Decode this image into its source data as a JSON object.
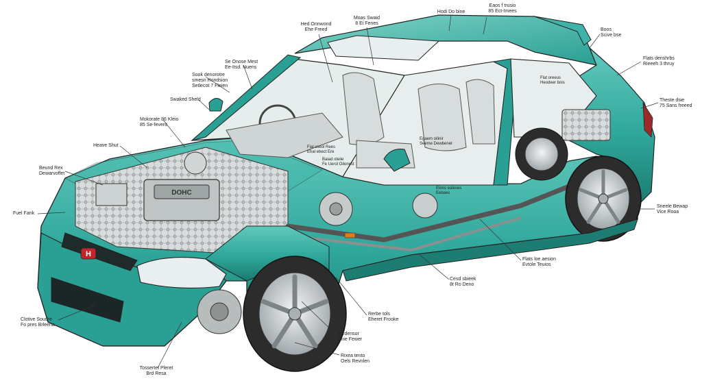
{
  "colors": {
    "body": "#2fa79b",
    "body_dark": "#1e7d73",
    "body_light": "#5fc6ba",
    "glass": "#e4ecec",
    "interior": "#cfd6d6",
    "line": "#222222",
    "tire": "#2c2c2c",
    "rim": "#c9ced1",
    "brand_badge": "#c0262b"
  },
  "labels": [
    {
      "id": "head-unit",
      "lines": [
        "Hed Onnwond",
        "Ehe Freed"
      ]
    },
    {
      "id": "moas-swaid",
      "lines": [
        "Moas Swaid",
        "8 Ei Fenes"
      ]
    },
    {
      "id": "hodi-dine",
      "lines": [
        "Hodi Do bine"
      ]
    },
    {
      "id": "eaos-frusio",
      "lines": [
        "Eaos f trusio",
        "85 Ect-Imees"
      ]
    },
    {
      "id": "boos",
      "lines": [
        "Boos",
        "Scive bse"
      ]
    },
    {
      "id": "flats-frenks",
      "lines": [
        "Flats denshrbs",
        "Rieeeh 3 thruy"
      ]
    },
    {
      "id": "theste-dsie",
      "lines": [
        "Theste dsie",
        "75 Sans freeed"
      ]
    },
    {
      "id": "sneele-bewap",
      "lines": [
        "Sneele Bewap",
        "Vice Rooa"
      ]
    },
    {
      "id": "flats-sesion",
      "lines": [
        "Flats loe aesion",
        "Evtole Teuios"
      ]
    },
    {
      "id": "cesd-sieek",
      "lines": [
        "Cesd sbieek",
        "8t Ro Deno"
      ]
    },
    {
      "id": "rerbe-tels",
      "lines": [
        "Rerbe tols",
        "Eheret Frooke"
      ]
    },
    {
      "id": "fordensor",
      "lines": [
        "Fordensor",
        "Onie Fewer"
      ]
    },
    {
      "id": "rixea-tento",
      "lines": [
        "Rixea tento",
        "Oels Revnlen"
      ]
    },
    {
      "id": "tosserat-plonst",
      "lines": [
        "Tossertet Pleret",
        "Brd Resa"
      ]
    },
    {
      "id": "clotive-soudre",
      "lines": [
        "Clotive Soudre",
        "Fo pres Brleena"
      ]
    },
    {
      "id": "fuel-tank",
      "lines": [
        "Fuel Fank"
      ]
    },
    {
      "id": "beunde-rex",
      "lines": [
        "Beund Rex",
        "Dewarvoffet"
      ]
    },
    {
      "id": "heave-shut",
      "lines": [
        "Heave Shut"
      ]
    },
    {
      "id": "monkorate-keiio",
      "lines": [
        "Mokorate 86 Kleio",
        "85 Se-fevent"
      ]
    },
    {
      "id": "swaked-sheeld",
      "lines": [
        "Swaked Sheld"
      ]
    },
    {
      "id": "soek-demoro",
      "lines": [
        "Sook denorotre",
        "smesn Hondsion",
        "Setlecot 7 Fleien"
      ]
    },
    {
      "id": "se-onos-mest",
      "lines": [
        "Se Onose Mest",
        "Ee-Itsd. Nuens"
      ]
    }
  ],
  "interior_labels": [
    {
      "id": "int-1",
      "lines": [
        "Fial sseol Rees",
        "Ehal ebect Ere"
      ]
    },
    {
      "id": "int-2",
      "lines": [
        "Baiad oteiie",
        "Fe Uerol Oilonest"
      ]
    },
    {
      "id": "int-3",
      "lines": [
        "Egaem oilinir",
        "Seeme Dewbenet"
      ]
    },
    {
      "id": "int-4",
      "lines": [
        "Elons ealeses",
        "Eebaes"
      ]
    },
    {
      "id": "int-5",
      "lines": [
        "Flat oreeus",
        "Heodeer bois"
      ]
    }
  ],
  "badge": {
    "text": "H"
  },
  "engine": {
    "text": "DOHC"
  }
}
